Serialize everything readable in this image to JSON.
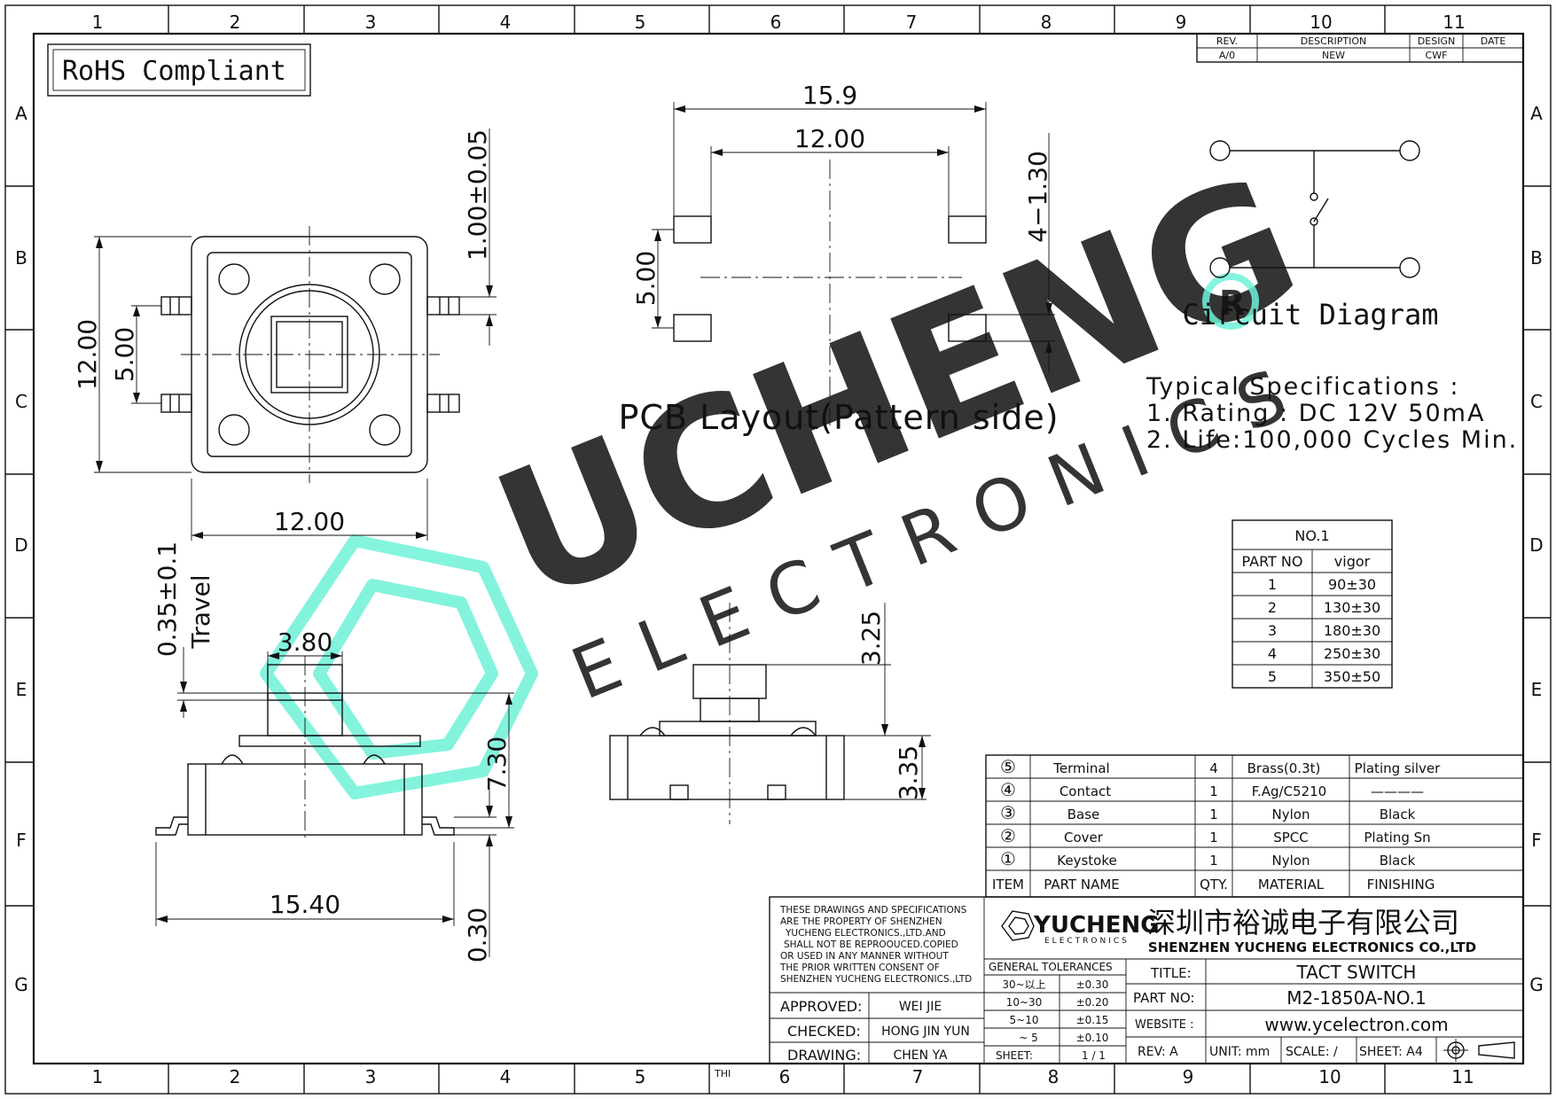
{
  "frame": {
    "columns": [
      "1",
      "2",
      "3",
      "4",
      "5",
      "6",
      "7",
      "8",
      "9",
      "10",
      "11"
    ],
    "rows": [
      "A",
      "B",
      "C",
      "D",
      "E",
      "F",
      "G"
    ],
    "bottom_mark": "THI"
  },
  "rohs_label": "RoHS Compliant",
  "revision": {
    "headers": [
      "REV.",
      "DESCRIPTION",
      "DESIGN",
      "DATE"
    ],
    "row": [
      "A/0",
      "NEW",
      "CWF",
      ""
    ]
  },
  "top_view": {
    "dim_height": "12.00",
    "dim_pitch": "5.00",
    "dim_width": "12.00",
    "dim_lead": "1.00±0.05"
  },
  "pcb_layout": {
    "dim_overall": "15.9",
    "dim_inner": "12.00",
    "dim_pitch": "5.00",
    "dim_holes": "4−1.30",
    "title": "PCB Layout(Pattern side)"
  },
  "circuit": {
    "title": "Circuit Diagram"
  },
  "specs": {
    "title": "Typical Specifications :",
    "lines": [
      "1. Rating : DC 12V 50mA",
      "2. Life:100,000 Cycles Min."
    ]
  },
  "force_table": {
    "title": "NO.1",
    "headers": [
      "PART NO",
      "vigor"
    ],
    "rows": [
      [
        "1",
        "90±30"
      ],
      [
        "2",
        "130±30"
      ],
      [
        "3",
        "180±30"
      ],
      [
        "4",
        "250±30"
      ],
      [
        "5",
        "350±50"
      ]
    ]
  },
  "side_view": {
    "dim_travel": "0.35±0.1",
    "travel_label": "Travel",
    "dim_cap": "3.80",
    "dim_height": "7.30",
    "dim_span": "15.40",
    "dim_lead": "0.30"
  },
  "front_view": {
    "dim_stem": "3.25",
    "dim_body": "3.35"
  },
  "bom": {
    "headers": [
      "ITEM",
      "PART NAME",
      "QTY.",
      "MATERIAL",
      "FINISHING"
    ],
    "rows": [
      [
        "⑤",
        "Terminal",
        "4",
        "Brass(0.3t)",
        "Plating silver"
      ],
      [
        "④",
        "Contact",
        "1",
        "F.Ag/C5210",
        "————"
      ],
      [
        "③",
        "Base",
        "1",
        "Nylon",
        "Black"
      ],
      [
        "②",
        "Cover",
        "1",
        "SPCC",
        "Plating Sn"
      ],
      [
        "①",
        "Keystoke",
        "1",
        "Nylon",
        "Black"
      ]
    ]
  },
  "title_block": {
    "notice": [
      "THESE DRAWINGS AND SPECIFICATIONS",
      "ARE THE PROPERTY OF SHENZHEN",
      "YUCHENG ELECTRONICS.,LTD.AND",
      "SHALL NOT BE REPROOUCED.COPIED",
      "OR USED IN ANY MANNER WITHOUT",
      "THE PRIOR WRITTEN CONSENT OF",
      "SHENZHEN YUCHENG ELECTRONICS.,LTD"
    ],
    "logo_text": "YUCHENG",
    "logo_sub": "ELECTRONICS",
    "company_cn": "深圳市裕诚电子有限公司",
    "company_en": "SHENZHEN YUCHENG ELECTRONICS CO.,LTD",
    "approved_label": "APPROVED:",
    "approved": "WEI JIE",
    "checked_label": "CHECKED:",
    "checked": "HONG JIN YUN",
    "drawing_label": "DRAWING:",
    "drawing": "CHEN YA",
    "tol_title": "GENERAL TOLERANCES",
    "tolerances": [
      [
        "30~以上",
        "±0.30"
      ],
      [
        "10~30",
        "±0.20"
      ],
      [
        "5~10",
        "±0.15"
      ],
      [
        "~ 5",
        "±0.10"
      ]
    ],
    "sheet_label": "SHEET:",
    "sheet": "1 / 1",
    "title_label": "TITLE:",
    "title": "TACT SWITCH",
    "part_label": "PART NO:",
    "part_no": "M2-1850A-NO.1",
    "website_label": "WEBSITE :",
    "website": "www.ycelectron.com",
    "rev": "REV: A",
    "unit": "UNIT: mm",
    "scale": "SCALE: /",
    "sheet_size": "SHEET: A4"
  },
  "watermark": {
    "brand": "UCHENG",
    "sub": "ELECTRONICS",
    "color": "#6ff2d9"
  }
}
